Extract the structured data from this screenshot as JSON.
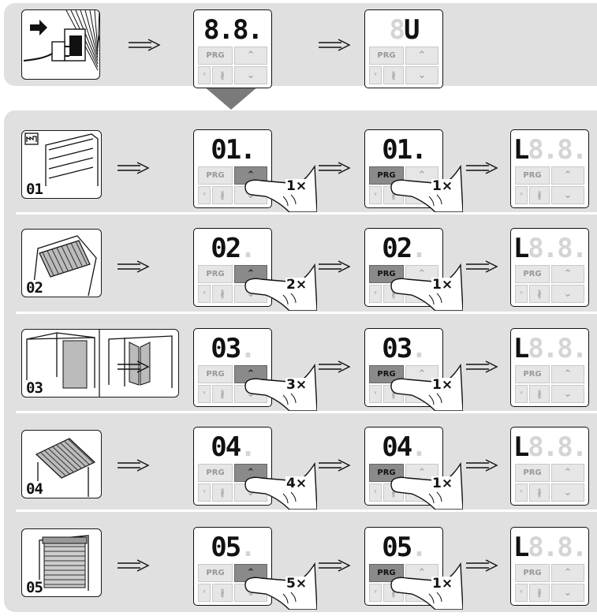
{
  "top": {
    "screens": [
      {
        "seg_on": "8.8.",
        "seg_off": "",
        "pressed": "",
        "count": ""
      },
      {
        "seg_on": "U",
        "seg_off": "8",
        "pressed": "",
        "count": ""
      }
    ]
  },
  "rows": [
    {
      "code": "01",
      "door": "sectional-door",
      "screens": [
        {
          "seg_on": "01.",
          "seg_off": "",
          "pressed": "up",
          "count": "1×"
        },
        {
          "seg_on": "01.",
          "seg_off": "",
          "pressed": "prg",
          "count": "1×"
        },
        {
          "seg_on": "L",
          "seg_off": "8.8.",
          "pressed": "",
          "count": ""
        }
      ]
    },
    {
      "code": "02",
      "door": "up-and-over-door",
      "screens": [
        {
          "seg_on": "02",
          "seg_off": ".",
          "pressed": "up",
          "count": "2×"
        },
        {
          "seg_on": "02",
          "seg_off": ".",
          "pressed": "prg",
          "count": "1×"
        },
        {
          "seg_on": "L",
          "seg_off": "8.8.",
          "pressed": "",
          "count": ""
        }
      ]
    },
    {
      "code": "03",
      "door": "side-sliding-door",
      "screens": [
        {
          "seg_on": "03",
          "seg_off": ".",
          "pressed": "up",
          "count": "3×"
        },
        {
          "seg_on": "03",
          "seg_off": ".",
          "pressed": "prg",
          "count": "1×"
        },
        {
          "seg_on": "L",
          "seg_off": "8.8.",
          "pressed": "",
          "count": ""
        }
      ]
    },
    {
      "code": "04",
      "door": "canopy-door",
      "screens": [
        {
          "seg_on": "04",
          "seg_off": ".",
          "pressed": "up",
          "count": "4×"
        },
        {
          "seg_on": "04",
          "seg_off": ".",
          "pressed": "prg",
          "count": "1×"
        },
        {
          "seg_on": "L",
          "seg_off": "8.8.",
          "pressed": "",
          "count": ""
        }
      ]
    },
    {
      "code": "05",
      "door": "roller-door",
      "screens": [
        {
          "seg_on": "05",
          "seg_off": ".",
          "pressed": "up",
          "count": "5×"
        },
        {
          "seg_on": "05",
          "seg_off": ".",
          "pressed": "prg",
          "count": "1×"
        },
        {
          "seg_on": "L",
          "seg_off": "8.8.",
          "pressed": "",
          "count": ""
        }
      ]
    }
  ],
  "buttons": {
    "prg": "PRG",
    "up": "⌃",
    "down": "⌄",
    "antenna": "ᵞ",
    "bluetooth": "∦"
  }
}
